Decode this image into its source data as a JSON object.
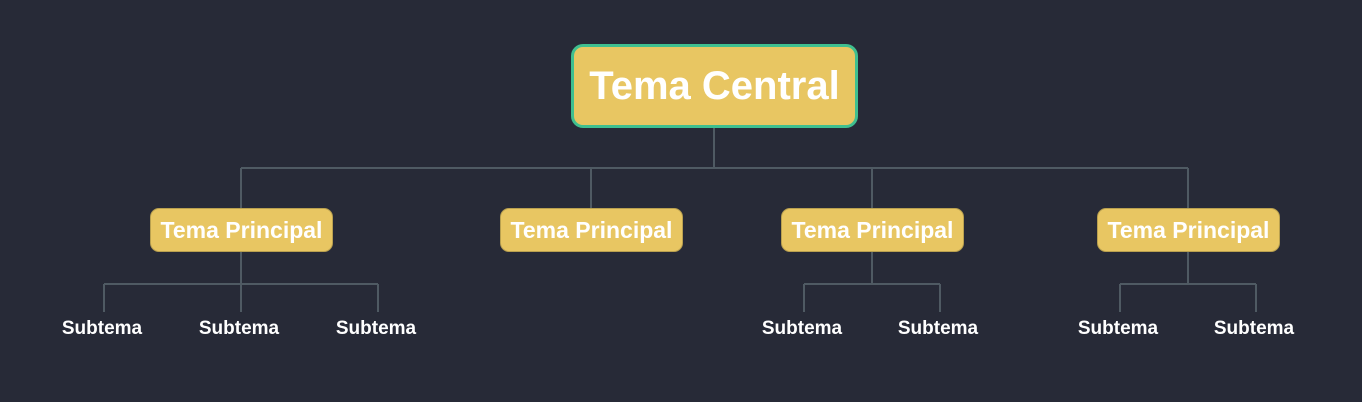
{
  "colors": {
    "background": "#272a37",
    "node_fill": "#e8c662",
    "central_border": "#3fbf8f",
    "main_border": "#b9a04f",
    "connector": "#4f5a63",
    "text": "#ffffff"
  },
  "central": {
    "label": "Tema Central"
  },
  "main_topics": [
    {
      "label": "Tema Principal",
      "subtopics": [
        "Subtema",
        "Subtema",
        "Subtema"
      ]
    },
    {
      "label": "Tema Principal",
      "subtopics": []
    },
    {
      "label": "Tema Principal",
      "subtopics": [
        "Subtema",
        "Subtema"
      ]
    },
    {
      "label": "Tema Principal",
      "subtopics": [
        "Subtema",
        "Subtema"
      ]
    }
  ]
}
